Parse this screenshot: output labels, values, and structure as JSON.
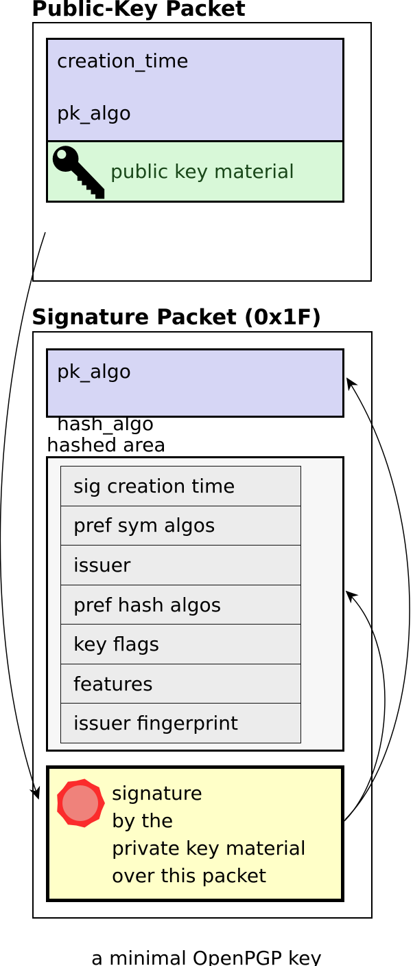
{
  "diagram": {
    "public_key_packet": {
      "title": "Public-Key Packet",
      "header_fields": [
        "creation_time",
        "pk_algo",
        "..."
      ],
      "key_material_label": "public key material"
    },
    "signature_packet": {
      "title": "Signature Packet (0x1F)",
      "algo_fields": [
        "pk_algo",
        "hash_algo"
      ],
      "hashed_area_label": "hashed area",
      "subpackets": [
        "sig creation time",
        "pref sym algos",
        "issuer",
        "pref hash algos",
        "key flags",
        "features",
        "issuer fingerprint"
      ],
      "signature_lines": [
        "signature",
        "by the",
        "private key material",
        "over this packet"
      ]
    },
    "caption": "a minimal OpenPGP key",
    "colors": {
      "field_lavender": "#d6d6f5",
      "material_green": "#d8f8d8",
      "material_text_green": "#194719",
      "signature_yellow": "#ffffc8",
      "subpacket_gray": "#ececec",
      "hashed_area_bg": "#f7f7f7",
      "seal_ring_red": "#fb2c2c",
      "seal_fill_salmon": "#ef827b"
    }
  }
}
